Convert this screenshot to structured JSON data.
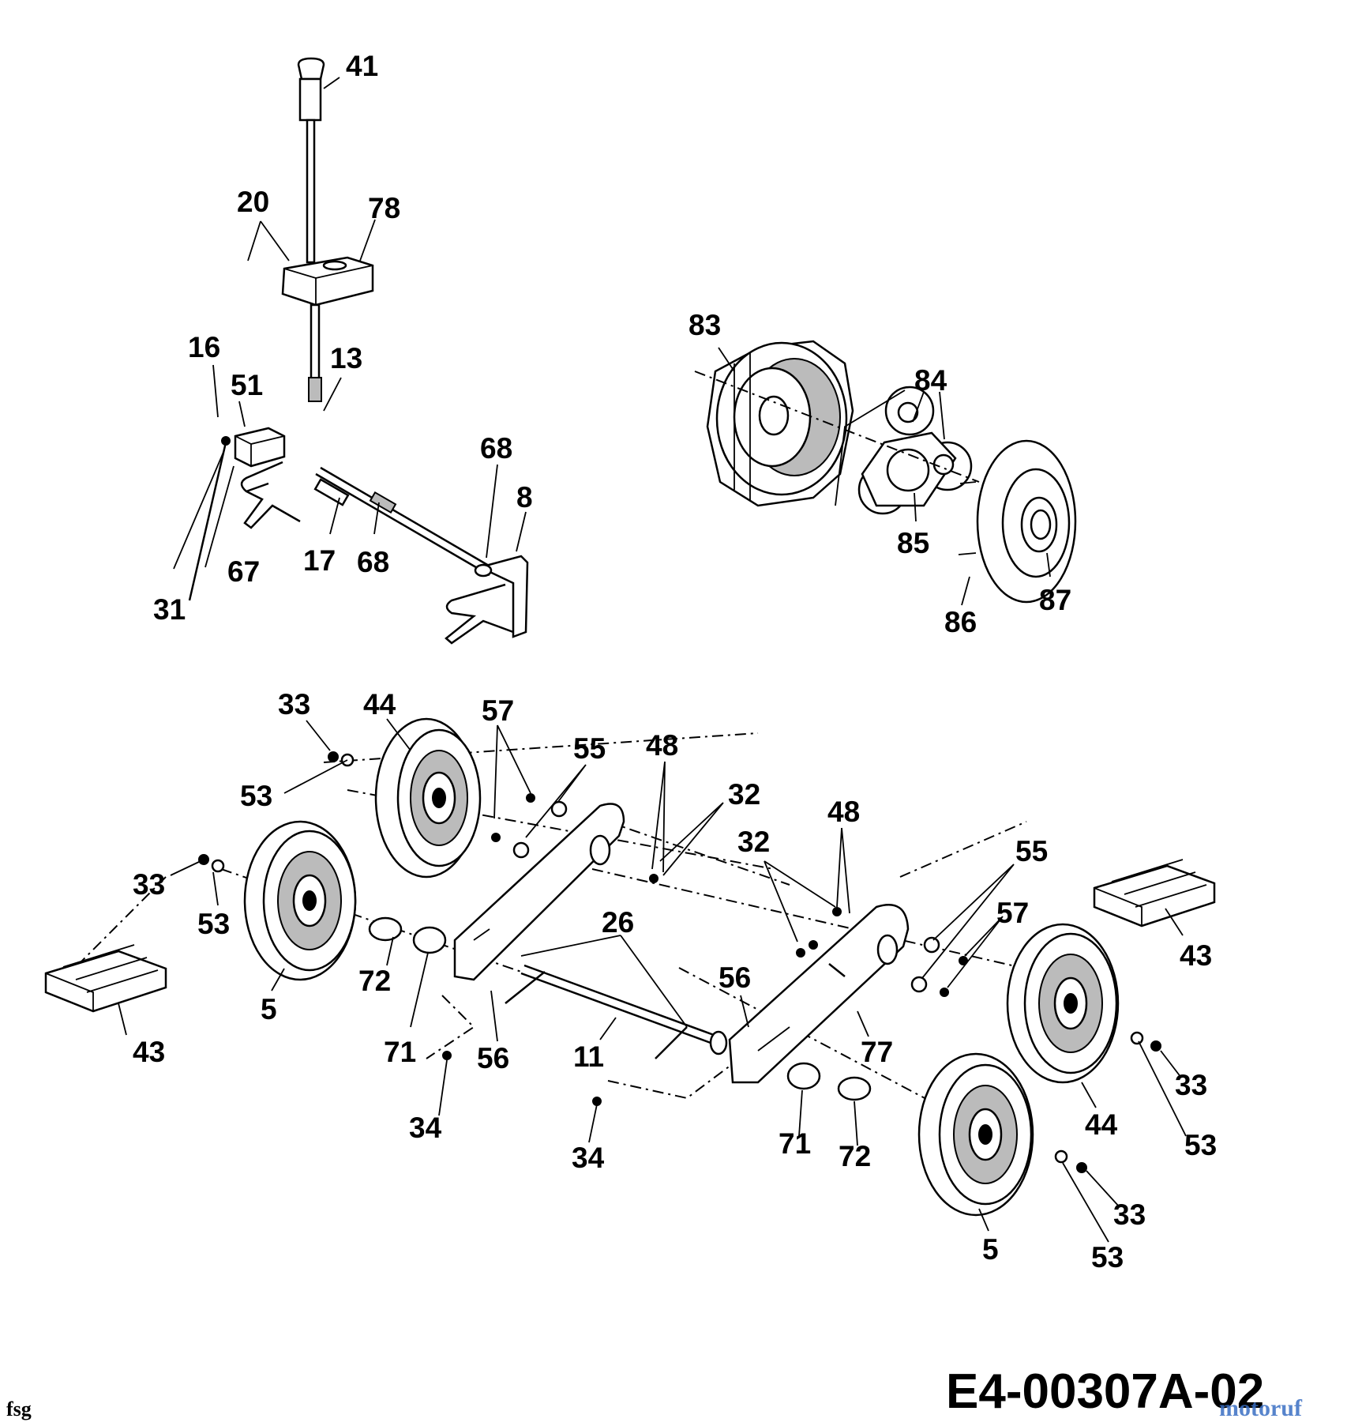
{
  "diagram": {
    "code": "E4-00307A-02",
    "footer_left": "fsg",
    "watermark": {
      "text": "motoruf",
      "color_a": "#3a6fc4",
      "color_b": "#e0a020"
    },
    "callouts": {
      "c41": "41",
      "c20": "20",
      "c78": "78",
      "c16": "16",
      "c51": "51",
      "c13": "13",
      "c68a": "68",
      "c8": "8",
      "c31": "31",
      "c67": "67",
      "c17": "17",
      "c68b": "68",
      "c83": "83",
      "c84": "84",
      "c85": "85",
      "c86": "86",
      "c87": "87",
      "c33a": "33",
      "c44a": "44",
      "c57a": "57",
      "c55a": "55",
      "c48a": "48",
      "c32a": "32",
      "c53a": "53",
      "c33b": "33",
      "c53b": "53",
      "c43a": "43",
      "c5a": "5",
      "c72a": "72",
      "c71a": "71",
      "c34a": "34",
      "c56a": "56",
      "c26": "26",
      "c11": "11",
      "c34b": "34",
      "c56b": "56",
      "c77": "77",
      "c32b": "32",
      "c48b": "48",
      "c55b": "55",
      "c57b": "57",
      "c43b": "43",
      "c44b": "44",
      "c33c": "33",
      "c53c": "53",
      "c71b": "71",
      "c72b": "72",
      "c5b": "5",
      "c33d": "33",
      "c53d": "53"
    }
  }
}
